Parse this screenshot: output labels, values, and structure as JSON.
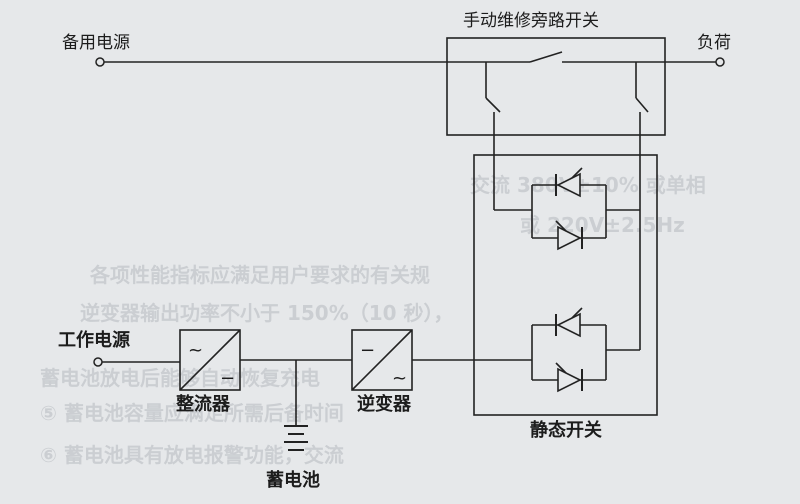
{
  "labels": {
    "backup_power": "备用电源",
    "bypass_switch": "手动维修旁路开关",
    "load": "负荷",
    "work_power": "工作电源",
    "rectifier": "整流器",
    "inverter": "逆变器",
    "static_switch": "静态开关",
    "battery": "蓄电池"
  },
  "symbols": {
    "rectifier_in": "~",
    "rectifier_out": "−",
    "inverter_in": "−",
    "inverter_out": "~"
  },
  "background_text": [
    "交流 380V±10% 或单相",
    "或 220V±2.5Hz",
    "各项性能指标应满足用户要求的有关规",
    "逆变器输出功率不小于 150%（10 秒），",
    "蓄电池放电后能够自动恢复充电",
    "⑤ 蓄电池容量应满足所需后备时间",
    "⑥ 蓄电池具有放电报警功能，交流"
  ]
}
